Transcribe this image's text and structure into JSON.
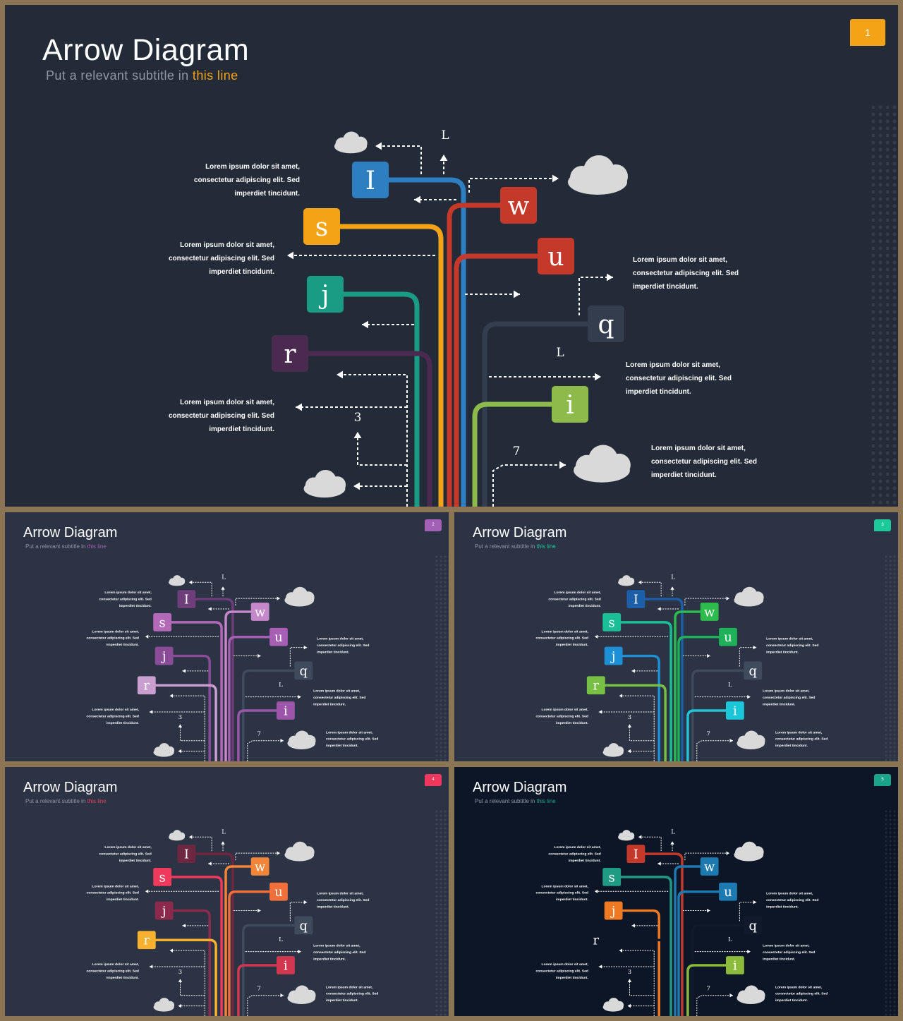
{
  "title": "Arrow Diagram",
  "subtitle": {
    "prefix": "Put a relevant subtitle in ",
    "highlight": "this line"
  },
  "notes": [
    {
      "line1": "Lorem ipsum dolor sit amet,",
      "line2": "consectetur adipiscing elit. Sed",
      "line3": "imperdiet tincidunt."
    },
    {
      "line1": "Lorem ipsum dolor sit amet,",
      "line2": "consectetur adipiscing elit. Sed",
      "line3": "imperdiet tincidunt."
    },
    {
      "line1": "Lorem ipsum dolor sit amet,",
      "line2": "consectetur adipiscing elit. Sed",
      "line3": "imperdiet tincidunt."
    },
    {
      "line1": "Lorem ipsum dolor sit amet,",
      "line2": "consectetur adipiscing elit. Sed",
      "line3": "imperdiet tincidunt."
    },
    {
      "line1": "Lorem ipsum dolor sit amet,",
      "line2": "consectetur adipiscing elit. Sed",
      "line3": "imperdiet tincidunt."
    },
    {
      "line1": "Lorem ipsum dolor sit amet,",
      "line2": "consectetur adipiscing elit. Sed",
      "line3": "imperdiet tincidunt."
    }
  ],
  "floating_labels": [
    "L",
    "L",
    "3",
    "7"
  ],
  "nodes": [
    "I",
    "s",
    "j",
    "r",
    "w",
    "u",
    "q",
    "i"
  ],
  "slides": [
    {
      "page": "1",
      "tab_color": "#f5a316",
      "highlight_color": "#f5a316",
      "bg": "#232b39",
      "colors": {
        "I": "#2e7fc1",
        "s": "#f5a316",
        "j": "#1a9b83",
        "r": "#4a2b4f",
        "w": "#c5392a",
        "u": "#c5392a",
        "q": "#333d4e",
        "i": "#8cbb4c"
      }
    },
    {
      "page": "2",
      "tab_color": "#a45fb6",
      "highlight_color": "#a45fb6",
      "bg": "#2b3344",
      "colors": {
        "I": "#6e3e7a",
        "s": "#b369b8",
        "j": "#8a4c98",
        "r": "#c89fcf",
        "w": "#c588cb",
        "u": "#a75fb5",
        "q": "#3f4a5c",
        "i": "#9b55a9"
      }
    },
    {
      "page": "3",
      "tab_color": "#1bc99a",
      "highlight_color": "#1bc99a",
      "bg": "#2b3344",
      "colors": {
        "I": "#1c5fa8",
        "s": "#1bbf97",
        "j": "#1d8fd6",
        "r": "#78c043",
        "w": "#2dbb4e",
        "u": "#1fb05a",
        "q": "#3f4a5c",
        "i": "#1bc6d8"
      }
    },
    {
      "page": "4",
      "tab_color": "#f0385e",
      "highlight_color": "#e0425e",
      "bg": "#2b3344",
      "colors": {
        "I": "#6e2740",
        "s": "#ef3a5d",
        "j": "#8b2a4d",
        "r": "#f7b12f",
        "w": "#f1853a",
        "u": "#f06f3a",
        "q": "#3f4a5c",
        "i": "#d1384f"
      }
    },
    {
      "page": "5",
      "tab_color": "#1aa58a",
      "highlight_color": "#1aa58a",
      "bg": "#0d1626",
      "colors": {
        "I": "#c5392a",
        "s": "#1e9b82",
        "j": "#f07a24",
        "r": "#0d1626",
        "w": "#1d7ab0",
        "u": "#1d7ab0",
        "q": "#101a2b",
        "i": "#8cbb3b"
      }
    }
  ]
}
